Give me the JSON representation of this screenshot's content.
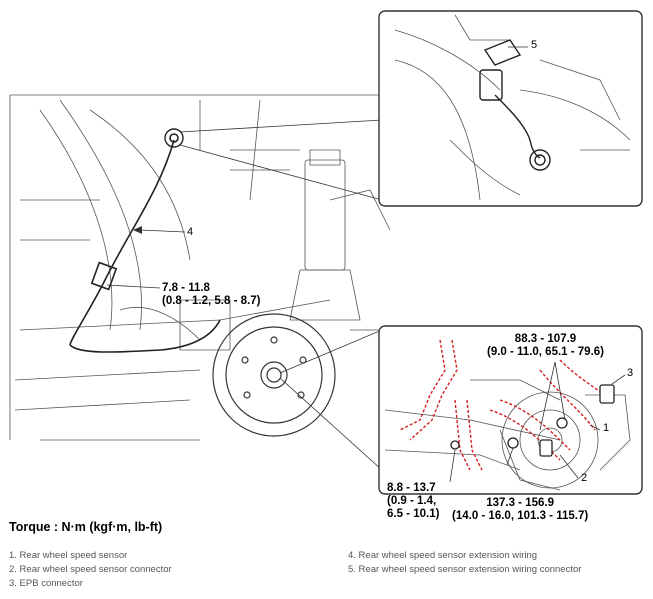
{
  "torque_caption": "Torque : N·m (kgf·m, lb-ft)",
  "torque_specs": {
    "sensor_bolt": {
      "line1": "7.8 - 11.8",
      "line2": "(0.8 - 1.2, 5.8 - 8.7)"
    },
    "upper_right": {
      "line1": "88.3 - 107.9",
      "line2": "(9.0 - 11.0, 65.1 - 79.6)"
    },
    "lower_left": {
      "line1": "8.8 - 13.7",
      "line2": "(0.9 - 1.4,",
      "line3": "6.5 - 10.1)"
    },
    "lower_right": {
      "line1": "137.3 - 156.9",
      "line2": "(14.0 - 16.0, 101.3 - 115.7)"
    }
  },
  "callout_numbers": {
    "n1": "1",
    "n2": "2",
    "n3": "3",
    "n4": "4",
    "n5": "5"
  },
  "legend_left": [
    "1. Rear wheel speed sensor",
    "2. Rear wheel speed sensor connector",
    "3. EPB connector"
  ],
  "legend_right": [
    "4. Rear wheel speed sensor extension wiring",
    "5. Rear wheel speed sensor extension wiring connector"
  ],
  "colors": {
    "wiring_highlight": "#d42020",
    "line_art": "#333333"
  }
}
